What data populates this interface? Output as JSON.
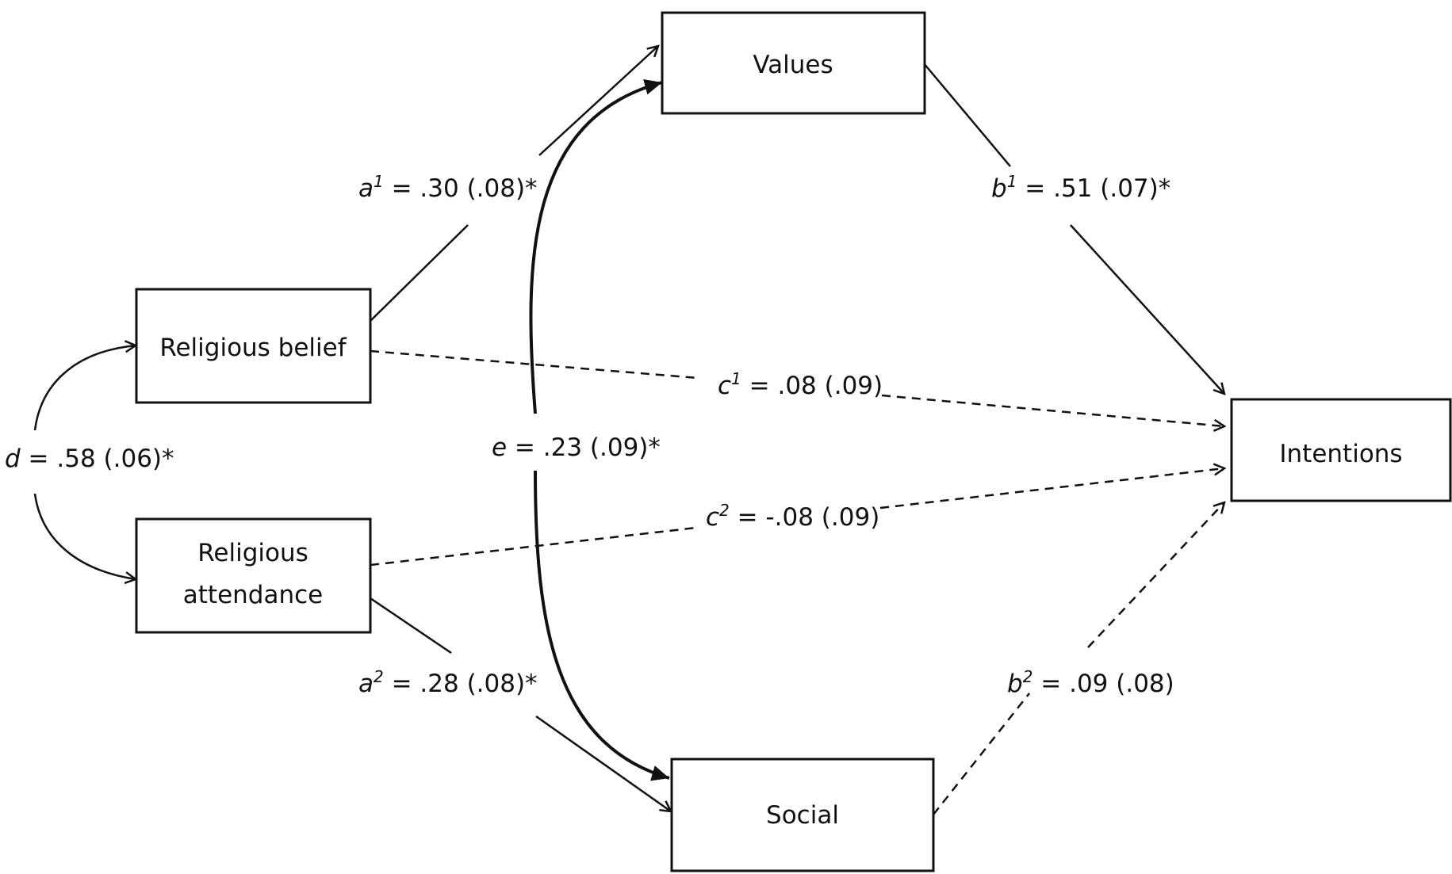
{
  "nodes": {
    "values": "Values",
    "religious_belief": "Religious belief",
    "religious_attendance_line1": "Religious",
    "religious_attendance_line2": "attendance",
    "intentions": "Intentions",
    "social": "Social"
  },
  "paths": {
    "a1": {
      "letter": "a",
      "sup": "1",
      "value": " = .30 (.08)*"
    },
    "a2": {
      "letter": "a",
      "sup": "2",
      "value": " = .28 (.08)*"
    },
    "b1": {
      "letter": "b",
      "sup": "1",
      "value": " = .51 (.07)*"
    },
    "b2": {
      "letter": "b",
      "sup": "2",
      "value": " = .09 (.08)"
    },
    "c1": {
      "letter": "c",
      "sup": "1",
      "value": " = .08 (.09)"
    },
    "c2": {
      "letter": "c",
      "sup": "2",
      "value": " = -.08 (.09)"
    },
    "d": {
      "letter": "d",
      "value": " = .58 (.06)*"
    },
    "e": {
      "letter": "e",
      "value": " = .23 (.09)*"
    }
  }
}
